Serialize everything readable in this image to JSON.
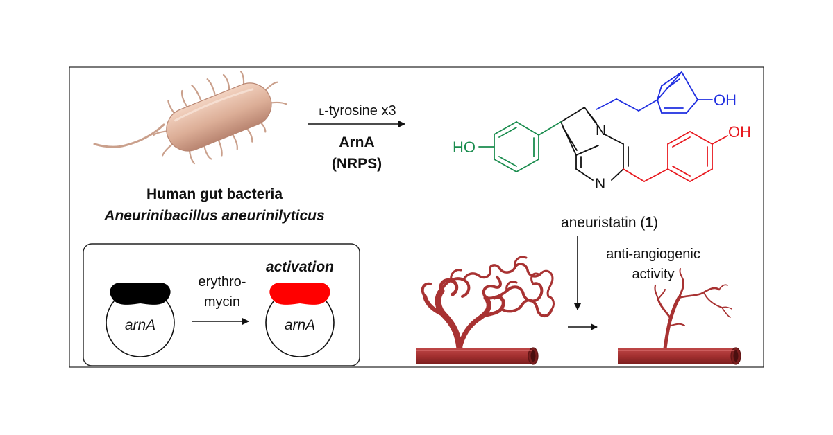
{
  "organism": {
    "line1": "Human gut bacteria",
    "line2": "Aneurinibacillus aneurinilyticus"
  },
  "reaction": {
    "substrate_prefix": "L",
    "substrate_rest": "-tyrosine x3",
    "enzyme": "ArnA",
    "enzyme_type": "(NRPS)"
  },
  "molecule": {
    "atoms": {
      "hydroxyl_left": "HO",
      "hydroxyl_top": "OH",
      "hydroxyl_right": "OH",
      "nitrogen_bridge": "N",
      "nitrogen_ring": "N"
    },
    "name_prefix": "aneuristatin (",
    "name_number": "1",
    "name_suffix": ")",
    "colors": {
      "green": "#1a8c4e",
      "blue": "#1f2ee0",
      "red": "#e8191f",
      "black": "#111111"
    }
  },
  "activity": {
    "line1": "anti-angiogenic",
    "line2": "activity"
  },
  "activation_box": {
    "title": "activation",
    "inducer_line1": "erythro-",
    "inducer_line2": "mycin",
    "gene_before": "arnA",
    "gene_after": "arnA",
    "colors": {
      "inactive": "#000000",
      "active": "#ff0000"
    }
  },
  "vessel_colors": {
    "main": "#a83232",
    "dark": "#7a1f1f",
    "light": "#c65454"
  }
}
